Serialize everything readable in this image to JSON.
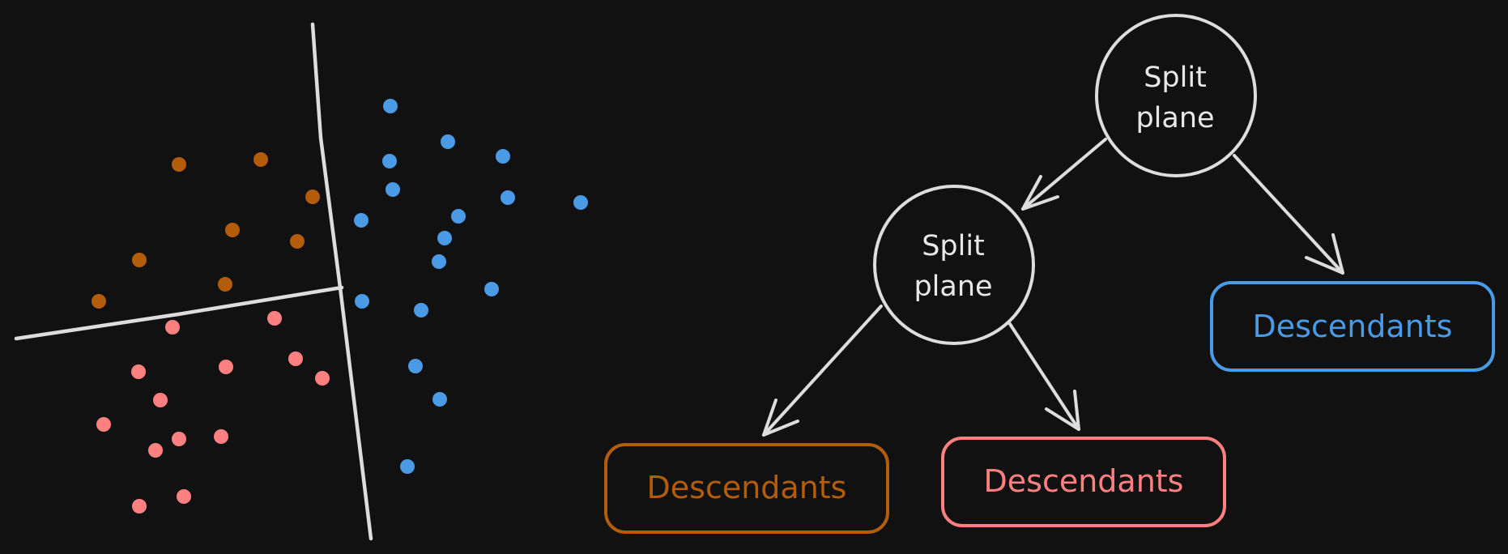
{
  "colors": {
    "background": "#111111",
    "line": "#dddddd",
    "orange": "#b35d0b",
    "pink": "#ff8080",
    "blue": "#4a9ae6"
  },
  "nodes": {
    "root": {
      "line1": "Split",
      "line2": "plane"
    },
    "child": {
      "line1": "Split",
      "line2": "plane"
    }
  },
  "leaves": {
    "orange": {
      "label": "Descendants"
    },
    "pink": {
      "label": "Descendants"
    },
    "blue": {
      "label": "Descendants"
    }
  }
}
